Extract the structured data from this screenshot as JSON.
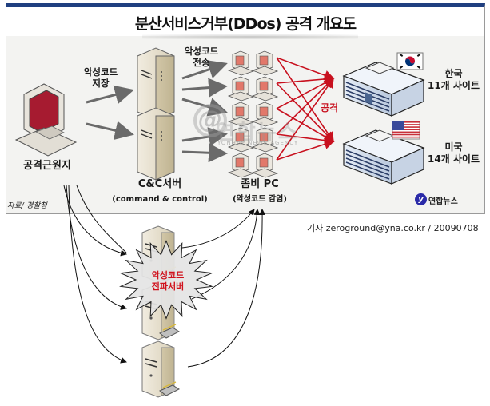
{
  "diagram": {
    "title": "분산서비스거부(DDos) 공격 개요도",
    "nodes": {
      "attacker": {
        "label": "공격근원지"
      },
      "cc_server": {
        "label": "C&C서버",
        "sublabel": "(command & control)"
      },
      "zombie_pc": {
        "label": "좀비 PC",
        "sublabel": "(악성코드 감염)",
        "count": 10
      },
      "target_korea": {
        "label_line1": "한국",
        "label_line2": "11개 사이트",
        "flag": "korea-flag"
      },
      "target_usa": {
        "label_line1": "미국",
        "label_line2": "14개 사이트",
        "flag": "usa-flag"
      },
      "distribution_servers": {
        "label_line1": "악성코드",
        "label_line2": "전파서버",
        "count": 3
      }
    },
    "edges": {
      "store_label_line1": "악성코드",
      "store_label_line2": "저장",
      "send_label_line1": "악성코드",
      "send_label_line2": "전송",
      "attack_label": "공격"
    },
    "source": "자료/ 경찰청",
    "brand": "연합뉴스",
    "brand_icon_glyph": "y",
    "credit": "기자 zeroground@yna.co.kr / 20090708",
    "watermark": {
      "glyph": "@",
      "text": "연합뉴스",
      "sub": "YONHAP NEWS AGENCY"
    },
    "colors": {
      "header_bar": "#1f3f80",
      "attack_arrows": "#c8101e",
      "starburst_text": "#d0111c",
      "brand_icon": "#2a2aa8"
    }
  }
}
